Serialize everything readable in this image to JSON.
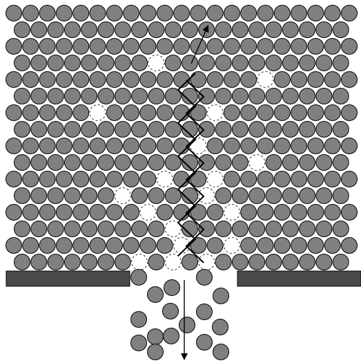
{
  "diagram": {
    "colors": {
      "particle_fill": "#808080",
      "particle_stroke": "#000000",
      "vacancy_stroke": "#333333",
      "wall_fill": "#4a4a4a",
      "path_stroke": "#000000",
      "background": "#ffffff"
    },
    "lattice": {
      "rows": 16,
      "even_row_count": 21,
      "odd_row_count": 21
    },
    "vacancies": [
      [
        3,
        8
      ],
      [
        4,
        15
      ],
      [
        6,
        5
      ],
      [
        6,
        12
      ],
      [
        8,
        11
      ],
      [
        9,
        14
      ],
      [
        10,
        9
      ],
      [
        10,
        12
      ],
      [
        11,
        6
      ],
      [
        11,
        11
      ],
      [
        12,
        8
      ],
      [
        12,
        13
      ],
      [
        13,
        9
      ],
      [
        14,
        10
      ],
      [
        14,
        13
      ],
      [
        15,
        7
      ],
      [
        15,
        9
      ],
      [
        15,
        11
      ]
    ],
    "falling_grains": 16,
    "labels": []
  }
}
